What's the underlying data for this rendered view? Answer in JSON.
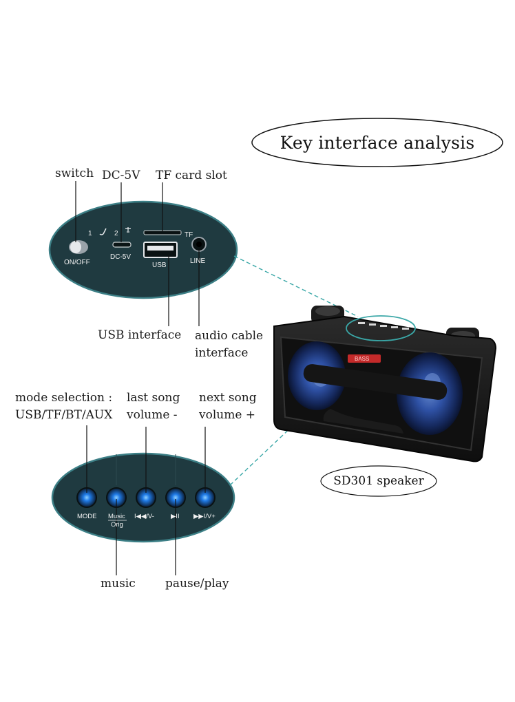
{
  "title": "Key interface analysis",
  "model": "SD301 speaker",
  "colors": {
    "panel": "#1f3a40",
    "panel_border": "#3c7f86",
    "glow": "#1e6fe0",
    "leader": "#3aa7a7"
  },
  "top_panel": {
    "labels": {
      "switch": "switch",
      "dc": "DC-5V",
      "tf_slot": "TF card slot",
      "usb": "USB interface",
      "audio_line1": "audio cable",
      "audio_line2": "interface"
    },
    "chips": {
      "mode_pref": "1",
      "mode_pref2": "2",
      "on_off": "ON/OFF",
      "dc": "DC-5V",
      "tf": "TF",
      "usb": "USB",
      "line": "LINE"
    }
  },
  "bottom_panel": {
    "labels": {
      "mode_line1": "mode selection :",
      "mode_line2": "USB/TF/BT/AUX",
      "last_line1": "last song",
      "last_line2": "volume -",
      "next_line1": "next song",
      "next_line2": "volume +",
      "music": "music",
      "pause": "pause/play"
    },
    "buttons": [
      {
        "chip": "MODE"
      },
      {
        "chip": "Music",
        "chip2": "Orig"
      },
      {
        "chip": "I◀◀/V-"
      },
      {
        "chip": "▶II"
      },
      {
        "chip": "▶▶I/V+"
      }
    ]
  },
  "speaker": {
    "badge": "BASS"
  }
}
